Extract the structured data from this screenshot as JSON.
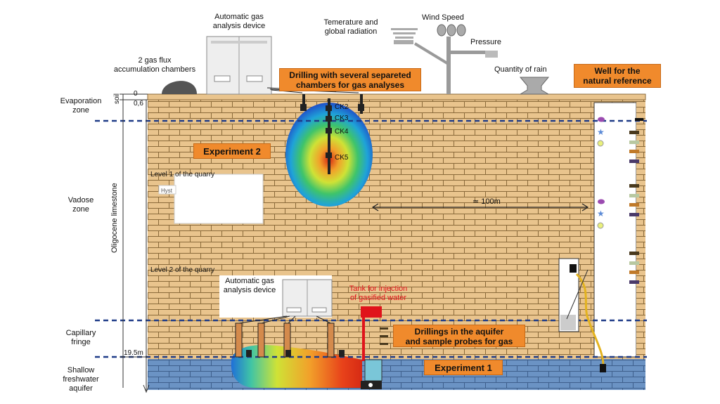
{
  "labels": {
    "gas_flux": "2 gas flux\naccumulation chambers",
    "auto_gas_top": "Automatic gas\nanalysis device",
    "temp_radiation": "Temerature and\nglobal radiation",
    "wind_speed": "Wind Speed",
    "pressure": "Pressure",
    "rain": "Quantity of rain",
    "well": "Well for the\nnatural reference",
    "drilling_chambers": "Drilling with several separeted\nchambers for gas analyses",
    "experiment2": "Experiment 2",
    "experiment1": "Experiment 1",
    "evaporation": "Evaporation\nzone",
    "vadose": "Vadose\nzone",
    "capillary": "Capillary\nfringe",
    "aquifer": "Shallow\nfreshwater\naquifer",
    "soil": "soil",
    "depth_0": "0",
    "depth_06": "0,6",
    "depth_195": "19.5m",
    "limestone": "Oligocene limestone",
    "level1": "Level 1 of the quarry",
    "level2": "Level 2 of the quarry",
    "hyst": "Hyst",
    "auto_gas_bottom": "Automatic gas\nanalysis device",
    "tank": "Tank for injection\nof gasified water",
    "drillings_aquifer": "Drillings in the aquifer\nand sample probes for gas",
    "distance": "≃ 100m",
    "ck2": "CK2",
    "ck3": "CK3",
    "ck4": "CK4",
    "ck5": "CK5"
  },
  "colors": {
    "brick": "#e9c48d",
    "mortar": "#8a6a3a",
    "water": "#6b93c4",
    "dashed": "#1f3c88",
    "orange_box": "#f08a2c",
    "tank": "#e0131b",
    "tank_text": "#e0131b"
  }
}
